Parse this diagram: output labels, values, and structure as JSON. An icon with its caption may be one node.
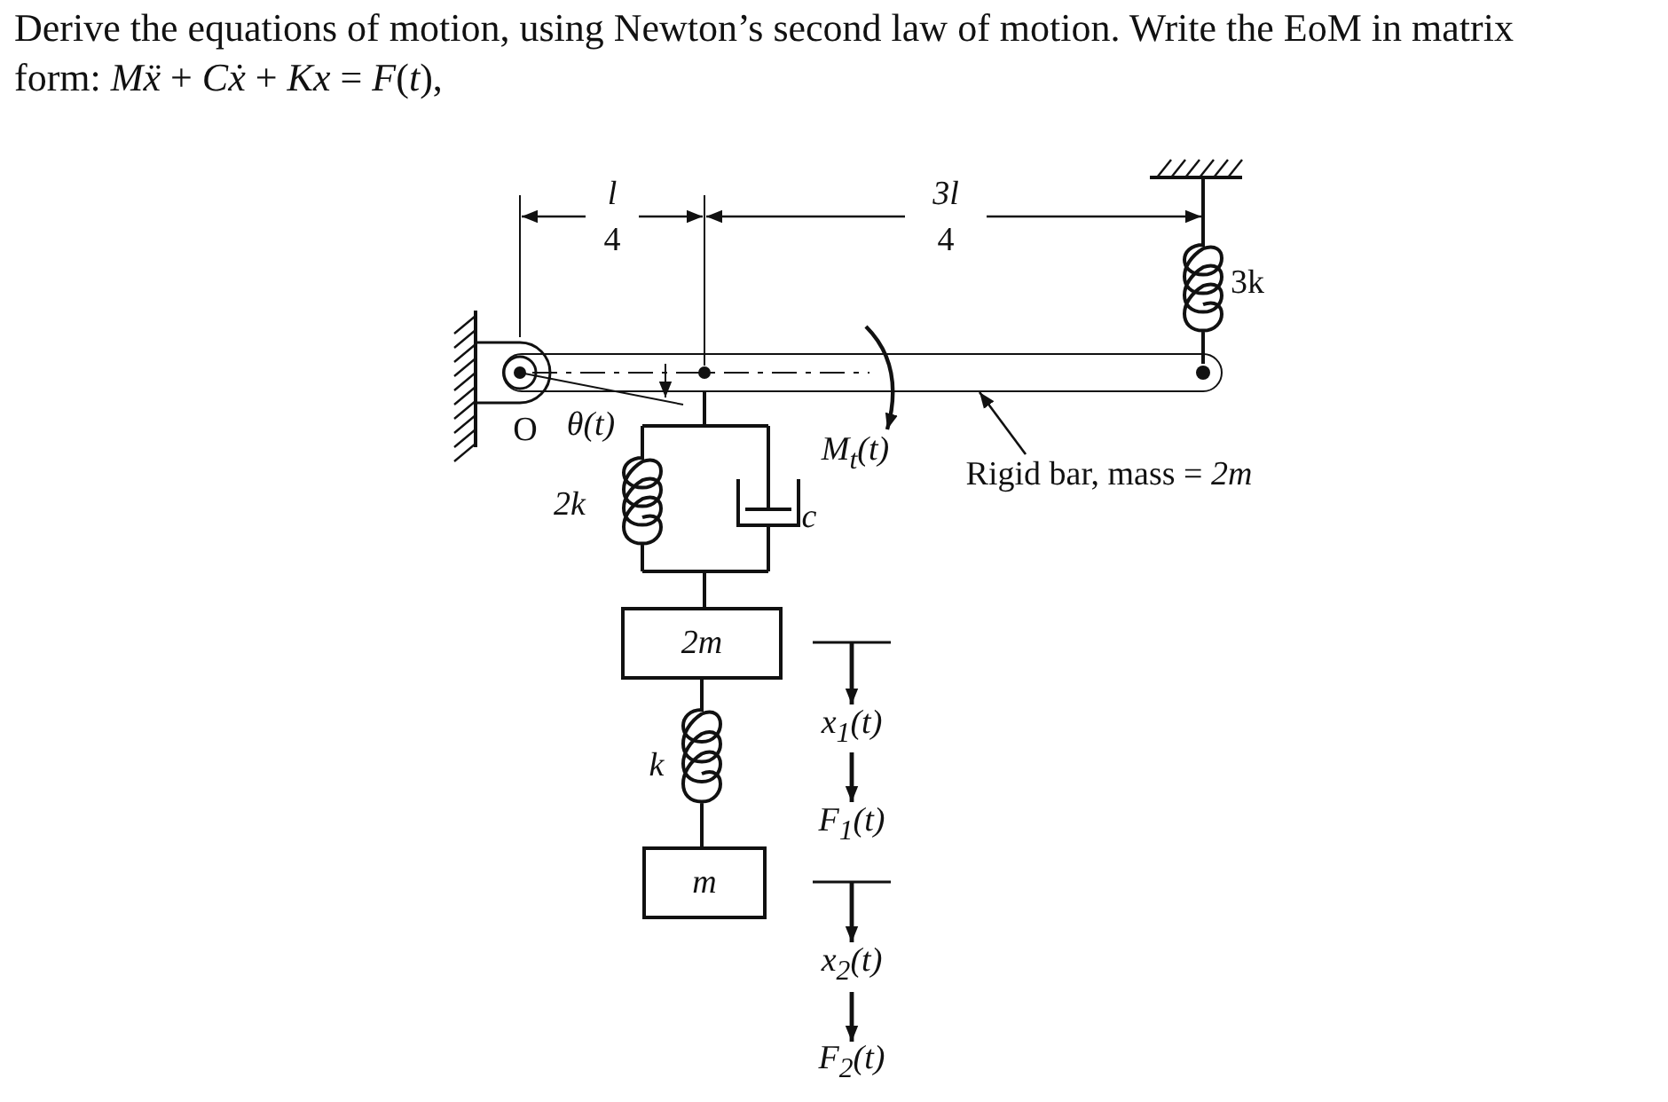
{
  "diagram": {
    "title": "Derive the equations of motion, using Newton’s second law of motion. Write the EoM in matrix form: *Mẍ* + *Cẋ* + *Kx* = *F*(*t*),",
    "nodes": [
      {
        "text": [],
        "shape": "bar"
      },
      {
        "text": [
          "Rigid bar, mass = *2m*"
        ]
      },
      {
        "text": [
          "2m"
        ]
      },
      {
        "text": [
          "m"
        ]
      }
    ],
    "edges": [
      {
        "from": 1,
        "to": 0,
        "arrow": "to"
      },
      {
        "from": 0,
        "to": 2,
        "arrow": "none"
      },
      {
        "from": 2,
        "to": 3,
        "arrow": "none"
      }
    ],
    "labels": [
      "l",
      "4",
      "3l",
      "4",
      "3k",
      "O",
      "θ(t)",
      "M$_{t}$(t)",
      "2k",
      "c",
      "k",
      "x$_{1}$(t)",
      "F$_{1}$(t)",
      "x$_{2}$(t)",
      "F$_{2}$(t)"
    ]
  }
}
